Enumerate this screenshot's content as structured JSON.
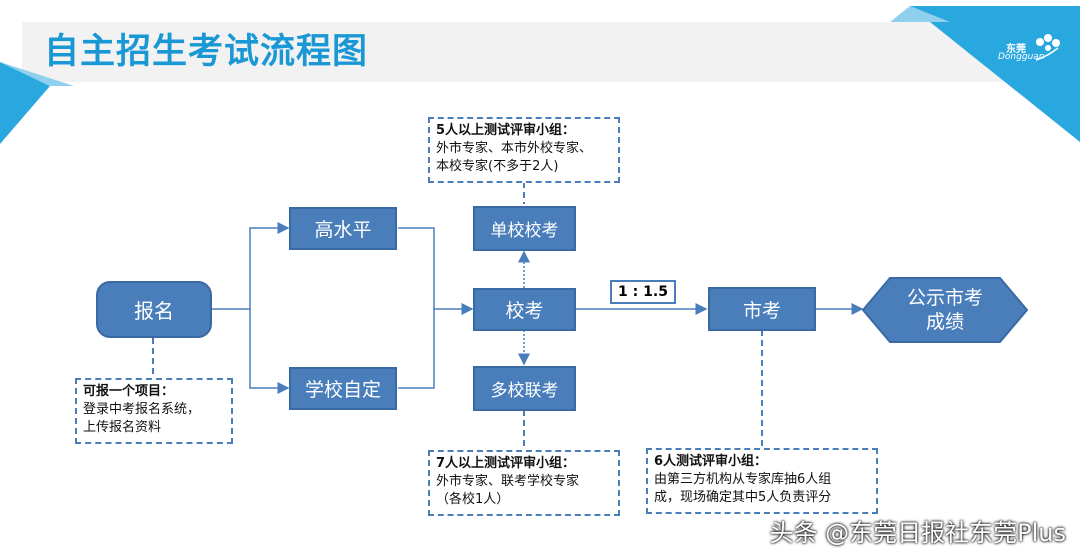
{
  "title": "自主招生考试流程图",
  "logo_text": "东莞",
  "logo_sub": "Dongguan",
  "nodes": {
    "signup": "报名",
    "high_level": "高水平",
    "school_set": "学校自定",
    "school_exam": "校考",
    "single_school": "单校校考",
    "multi_school": "多校联考",
    "city_exam": "市考",
    "publish": [
      "公示市考",
      "成绩"
    ]
  },
  "ratio": "1 : 1.5",
  "notes": {
    "signup_note": {
      "heading": "可报一个项目：",
      "lines": [
        "登录中考报名系统，",
        "上传报名资料"
      ]
    },
    "single_panel": {
      "heading": "5人以上测试评审小组：",
      "lines": [
        "外市专家、本市外校专家、",
        "本校专家(不多于2人)"
      ]
    },
    "multi_panel": {
      "heading": "7人以上测试评审小组：",
      "lines": [
        "外市专家、联考学校专家",
        "（各校1人）"
      ]
    },
    "city_panel": {
      "heading": "6人测试评审小组：",
      "lines": [
        "由第三方机构从专家库抽6人组",
        "成，现场确定其中5人负责评分"
      ]
    }
  },
  "watermark": "头条 @东莞日报社东莞Plus",
  "colors": {
    "accent": "#1a98d5",
    "box": "#4a7ebb",
    "box_border": "#3a6aa3"
  }
}
